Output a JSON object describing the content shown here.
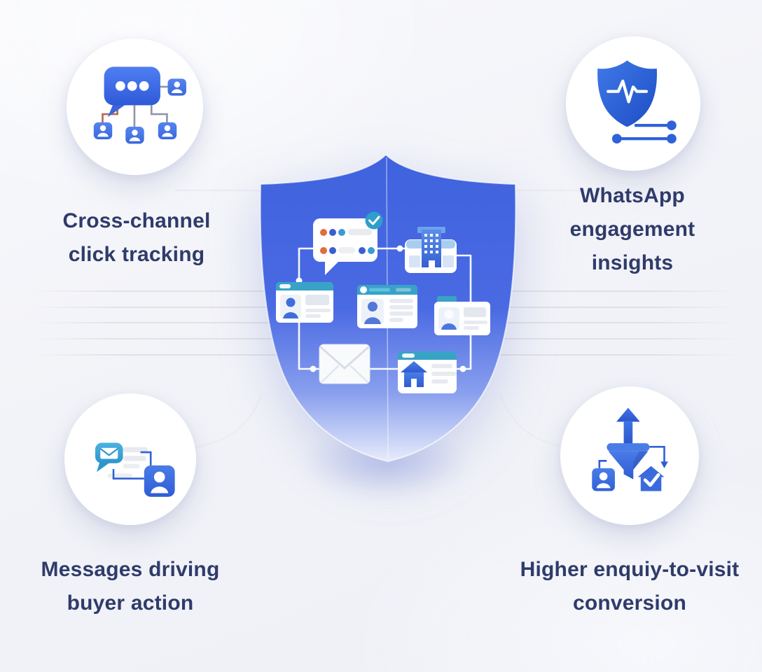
{
  "colors": {
    "primary_blue": "#3b63dd",
    "light_blue": "#3d9ad6",
    "teal": "#38a3c6",
    "cyan": "#2e95cb",
    "orange": "#df6f3a",
    "text_navy": "#2f3b6a",
    "shield_top": "#3e60dd",
    "shield_bottom": "#e6eafb",
    "card_white": "#ffffff",
    "line_gray": "#e7eaf1",
    "background": "#f2f3f8"
  },
  "features": [
    {
      "id": "cross-channel-click-tracking",
      "icon": "chat-network-icon",
      "lines": [
        "Cross-channel",
        "click tracking"
      ]
    },
    {
      "id": "whatsapp-engagement-insights",
      "icon": "shield-pulse-icon",
      "lines": [
        "WhatsApp",
        "engagement",
        "insights"
      ]
    },
    {
      "id": "messages-driving-buyer-action",
      "icon": "message-contact-icon",
      "lines": [
        "Messages driving",
        "buyer action"
      ]
    },
    {
      "id": "higher-enquiry-to-visit-conversion",
      "icon": "funnel-conversion-icon",
      "lines": [
        "Higher enquiy-to-visit",
        "conversion"
      ]
    }
  ],
  "center_illustration": {
    "name": "shield-flow",
    "elements": [
      "chat-message-card",
      "verified-check-badge",
      "office-building-card",
      "contact-card-1",
      "contact-card-2",
      "contact-card-3",
      "envelope",
      "property-house-card"
    ]
  }
}
